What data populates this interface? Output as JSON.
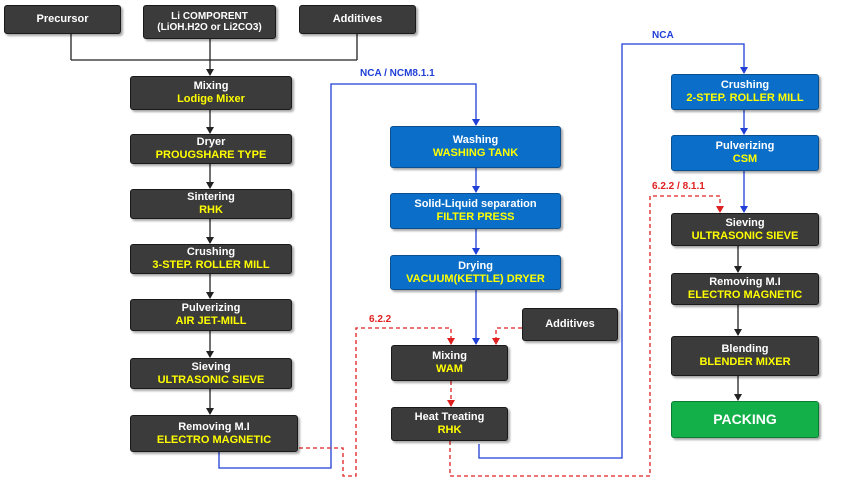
{
  "inputs": {
    "precursor": "Precursor",
    "li_line1": "Li COMPORENT",
    "li_line2": "(LiOH.H2O  or Li2CO3)",
    "additives": "Additives"
  },
  "left_column": [
    {
      "step": "Mixing",
      "equipment": "Lodige Mixer"
    },
    {
      "step": "Dryer",
      "equipment": "PROUGSHARE TYPE"
    },
    {
      "step": "Sintering",
      "equipment": "RHK"
    },
    {
      "step": "Crushing",
      "equipment": "3-STEP. ROLLER MILL"
    },
    {
      "step": "Pulverizing",
      "equipment": "AIR JET-MILL"
    },
    {
      "step": "Sieving",
      "equipment": "ULTRASONIC  SIEVE"
    },
    {
      "step": "Removing M.I",
      "equipment": "ELECTRO MAGNETIC"
    }
  ],
  "middle_column": [
    {
      "step": "Washing",
      "equipment": "WASHING TANK"
    },
    {
      "step": "Solid-Liquid separation",
      "equipment": "FILTER PRESS"
    },
    {
      "step": "Drying",
      "equipment": "VACUUM(KETTLE) DRYER"
    }
  ],
  "middle_dark": [
    {
      "step": "Mixing",
      "equipment": "WAM"
    },
    {
      "step": "Heat Treating",
      "equipment": "RHK"
    }
  ],
  "middle_additives": "Additives",
  "right_column_blue": [
    {
      "step": "Crushing",
      "equipment": "2-STEP. ROLLER MILL"
    },
    {
      "step": "Pulverizing",
      "equipment": "CSM"
    }
  ],
  "right_column_dark": [
    {
      "step": "Sieving",
      "equipment": "ULTRASONIC SIEVE"
    },
    {
      "step": "Removing M.I",
      "equipment": "ELECTRO MAGNETIC"
    },
    {
      "step": "Blending",
      "equipment": "BLENDER MIXER"
    }
  ],
  "packing": "PACKING",
  "labels": {
    "nca_ncm": "NCA / NCM8.1.1",
    "nca": "NCA",
    "route_622": "6.2.2",
    "route_622_811": "6.2.2 / 8.1.1"
  },
  "colors": {
    "dark_box": "#3b3b3b",
    "blue_box": "#0b6fc9",
    "green_box": "#13b04a",
    "equipment_text": "#ffff00",
    "blue_line": "#1f3fd6",
    "red_dashed_line": "#e02020"
  }
}
